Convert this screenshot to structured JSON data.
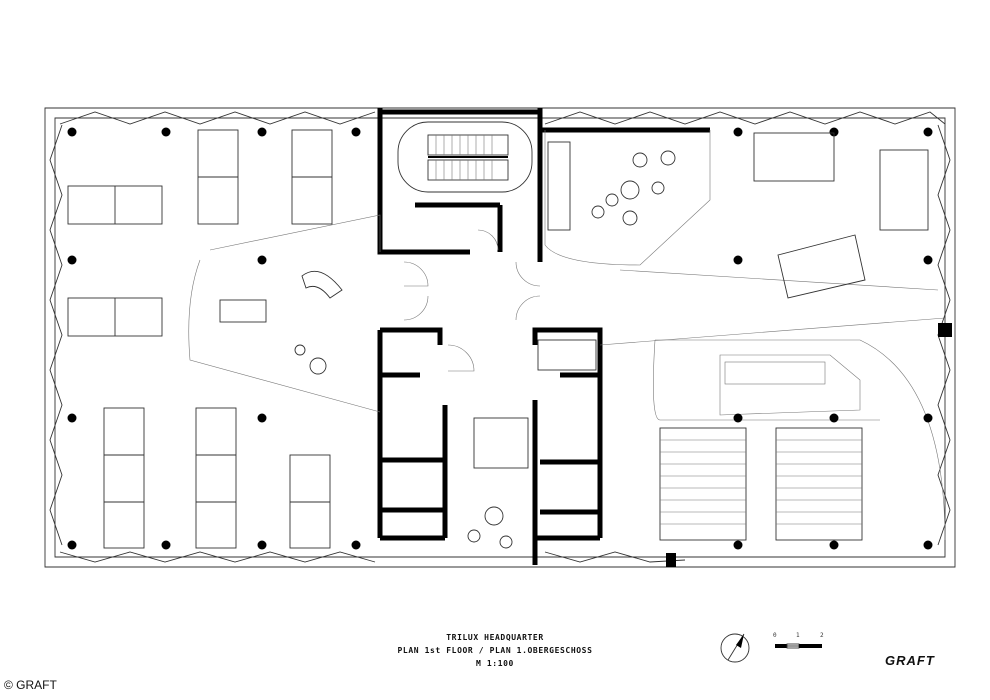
{
  "title_block": {
    "line1": "TRILUX HEADQUARTER",
    "line2": "PLAN 1st FLOOR / PLAN 1.OBERGESCHOSS",
    "line3": "M 1:100"
  },
  "scale_bar": {
    "tick_0": "0",
    "tick_1": "1",
    "tick_2": "2"
  },
  "credit": "© GRAFT",
  "logo": "GRAFT",
  "icons": {
    "north_arrow": "north-arrow-icon"
  },
  "colors": {
    "ink": "#000000",
    "line": "#333333",
    "background": "#ffffff"
  }
}
